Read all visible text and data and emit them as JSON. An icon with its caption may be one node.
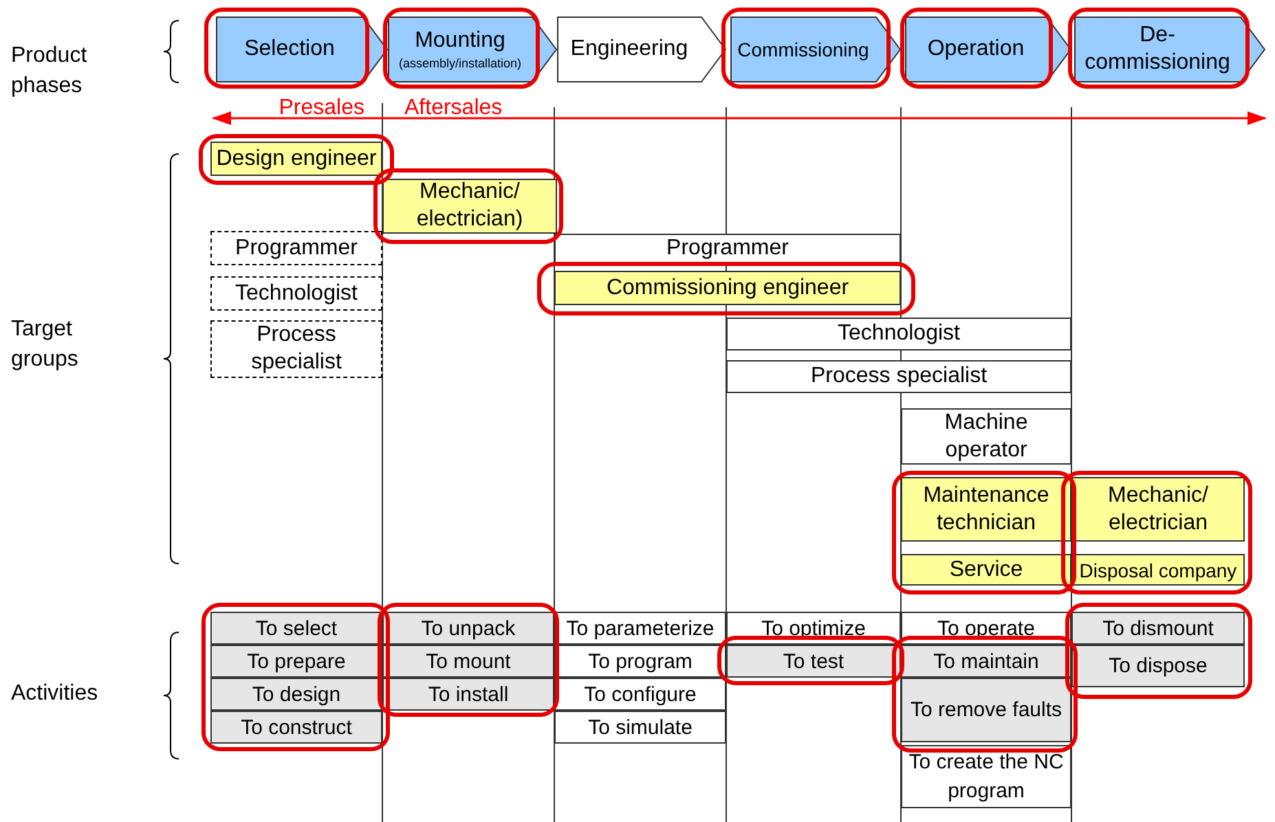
{
  "diagram": {
    "nodes": [
      {
        "text": [
          "Selection"
        ]
      },
      {
        "text": [
          "Mounting",
          "(assembly/installation)"
        ]
      },
      {
        "text": [
          "Engineering"
        ]
      },
      {
        "text": [
          "Commissioning"
        ]
      },
      {
        "text": [
          "Operation"
        ]
      },
      {
        "text": [
          "De-commissioning"
        ]
      },
      {
        "text": [
          "Design engineer"
        ]
      },
      {
        "text": [
          "Mechanic/ electrician)"
        ]
      },
      {
        "text": [
          "Programmer"
        ]
      },
      {
        "text": [
          "Programmer"
        ]
      },
      {
        "text": [
          "Technologist"
        ]
      },
      {
        "text": [
          "Commissioning engineer"
        ]
      },
      {
        "text": [
          "Process specialist"
        ]
      },
      {
        "text": [
          "Technologist"
        ]
      },
      {
        "text": [
          "Process specialist"
        ]
      },
      {
        "text": [
          "Machine operator"
        ]
      },
      {
        "text": [
          "Maintenance technician"
        ]
      },
      {
        "text": [
          "Mechanic/ electrician"
        ]
      },
      {
        "text": [
          "Service"
        ]
      },
      {
        "text": [
          "Disposal company"
        ]
      },
      {
        "text": [
          "To select"
        ]
      },
      {
        "text": [
          "To unpack"
        ]
      },
      {
        "text": [
          "To parameterize"
        ]
      },
      {
        "text": [
          "To optimize"
        ]
      },
      {
        "text": [
          "To operate"
        ]
      },
      {
        "text": [
          "To dismount"
        ]
      },
      {
        "text": [
          "To prepare"
        ]
      },
      {
        "text": [
          "To mount"
        ]
      },
      {
        "text": [
          "To program"
        ]
      },
      {
        "text": [
          "To test"
        ]
      },
      {
        "text": [
          "To maintain"
        ]
      },
      {
        "text": [
          "To dispose"
        ]
      },
      {
        "text": [
          "To design"
        ]
      },
      {
        "text": [
          "To install"
        ]
      },
      {
        "text": [
          "To configure"
        ]
      },
      {
        "text": [
          "To remove faults"
        ]
      },
      {
        "text": [
          "To construct"
        ]
      },
      {
        "text": [
          "To simulate"
        ]
      },
      {
        "text": [
          "To create the NC program"
        ]
      }
    ],
    "labels": [
      "Product phases",
      "Presales",
      "Aftersales",
      "Target groups",
      "Activities"
    ]
  }
}
